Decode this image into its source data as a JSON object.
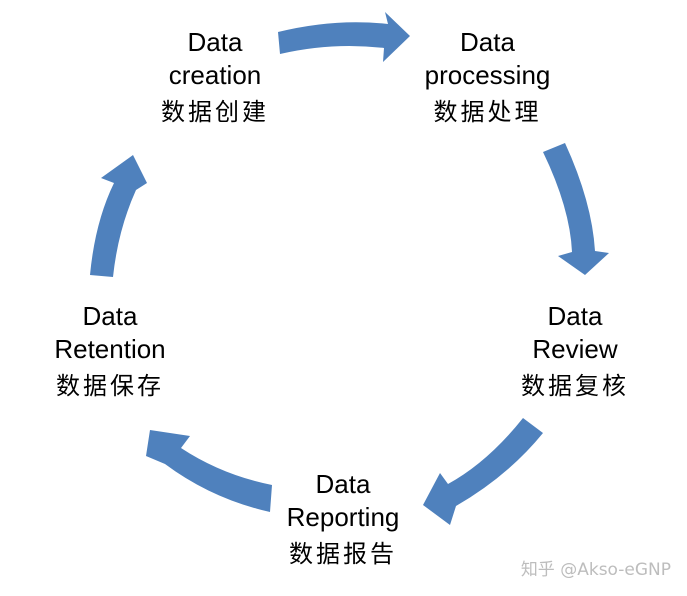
{
  "diagram": {
    "type": "cycle",
    "arrow_color": "#4f81bd",
    "nodes": [
      {
        "id": "creation",
        "line1": "Data",
        "line2": "creation",
        "zh": "数据创建"
      },
      {
        "id": "processing",
        "line1": "Data",
        "line2": "processing",
        "zh": "数据处理"
      },
      {
        "id": "review",
        "line1": "Data",
        "line2": "Review",
        "zh": "数据复核"
      },
      {
        "id": "reporting",
        "line1": "Data",
        "line2": "Reporting",
        "zh": "数据报告"
      },
      {
        "id": "retention",
        "line1": "Data",
        "line2": "Retention",
        "zh": "数据保存"
      }
    ],
    "flow": [
      {
        "from": "creation",
        "to": "processing"
      },
      {
        "from": "processing",
        "to": "review"
      },
      {
        "from": "review",
        "to": "reporting"
      },
      {
        "from": "reporting",
        "to": "retention"
      },
      {
        "from": "retention",
        "to": "creation"
      }
    ]
  },
  "watermark": {
    "text": "知乎 @Akso-eGNP"
  }
}
